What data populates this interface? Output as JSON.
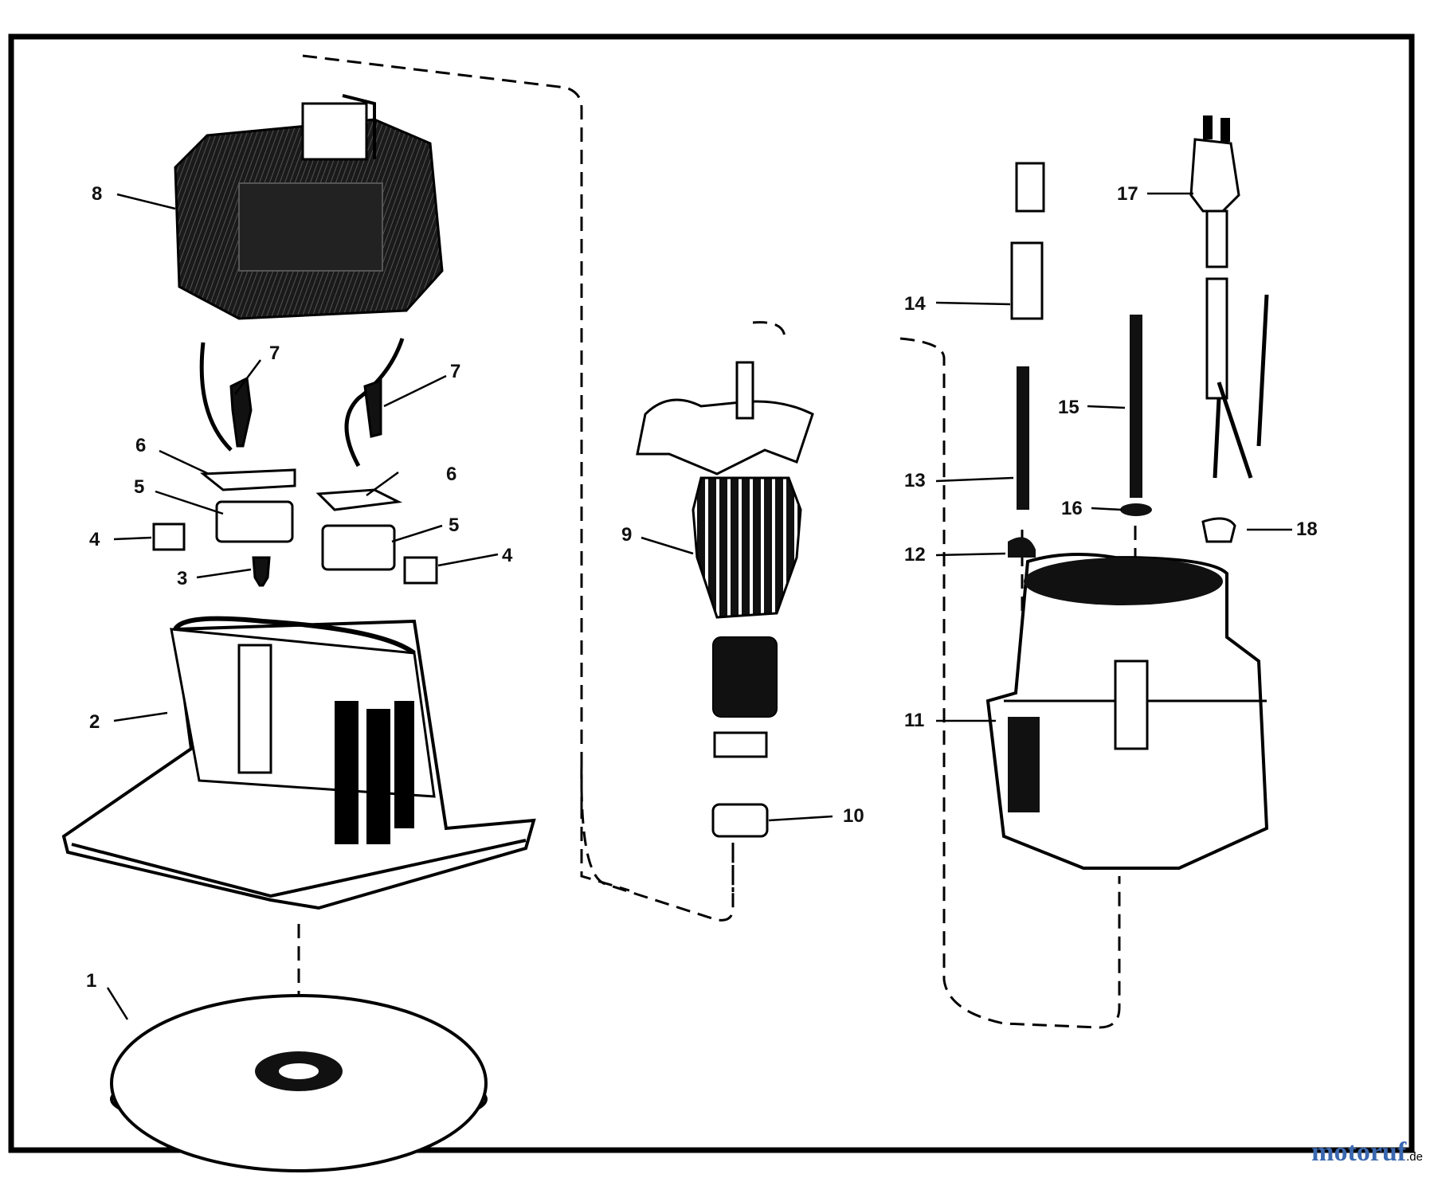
{
  "diagram": {
    "labels": {
      "p1": "1",
      "p2": "2",
      "p3": "3",
      "p4a": "4",
      "p4b": "4",
      "p5a": "5",
      "p5b": "5",
      "p6a": "6",
      "p6b": "6",
      "p7a": "7",
      "p7b": "7",
      "p8": "8",
      "p9": "9",
      "p10": "10",
      "p11": "11",
      "p12": "12",
      "p13": "13",
      "p14": "14",
      "p15": "15",
      "p16": "16",
      "p17": "17",
      "p18": "18"
    }
  },
  "watermark": {
    "text": "motoruf",
    "tld": ".de"
  }
}
